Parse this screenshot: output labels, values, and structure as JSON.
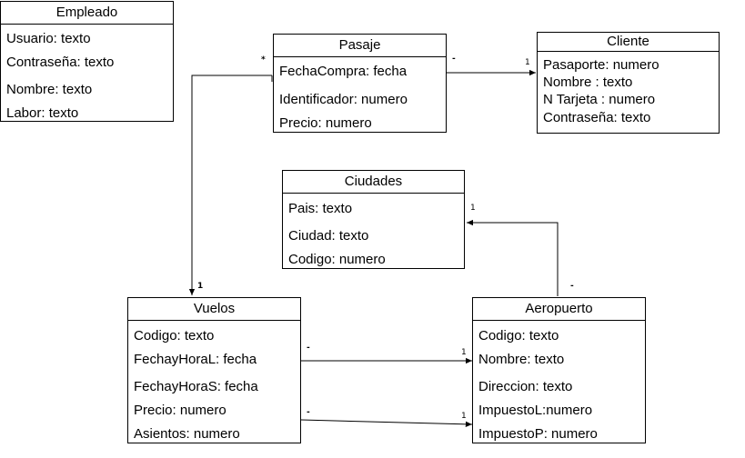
{
  "classes": {
    "empleado": {
      "name": "Empleado",
      "attrs": [
        "Usuario: texto",
        "Contraseña: texto",
        "Nombre: texto",
        "Labor: texto"
      ]
    },
    "pasaje": {
      "name": "Pasaje",
      "attrs": [
        "FechaCompra: fecha",
        "Identificador: numero",
        "Precio: numero"
      ]
    },
    "cliente": {
      "name": "Cliente",
      "attrs": [
        "Pasaporte: numero",
        "Nombre : texto",
        "N Tarjeta : numero",
        "Contraseña: texto"
      ]
    },
    "ciudades": {
      "name": "Ciudades",
      "attrs": [
        "Pais: texto",
        "Ciudad: texto",
        "Codigo: numero"
      ]
    },
    "vuelos": {
      "name": "Vuelos",
      "attrs": [
        "Codigo: texto",
        "FechayHoraL: fecha",
        "FechayHoraS: fecha",
        "Precio: numero",
        "Asientos: numero"
      ]
    },
    "aeropuerto": {
      "name": "Aeropuerto",
      "attrs": [
        "Codigo: texto",
        "Nombre: texto",
        "Direccion: texto",
        "ImpuestoL:numero",
        "ImpuestoP: numero"
      ]
    }
  },
  "associations": {
    "pasaje_cliente": {
      "source_mult": "-",
      "target_mult": "1"
    },
    "pasaje_vuelos": {
      "source_mult": "*",
      "target_mult": "1"
    },
    "aeropuerto_ciudades": {
      "source_mult": "-",
      "target_mult": "1"
    },
    "vuelos_aeropuerto_a": {
      "source_mult": "-",
      "target_mult": "1"
    },
    "vuelos_aeropuerto_b": {
      "source_mult": "-",
      "target_mult": "1"
    }
  }
}
